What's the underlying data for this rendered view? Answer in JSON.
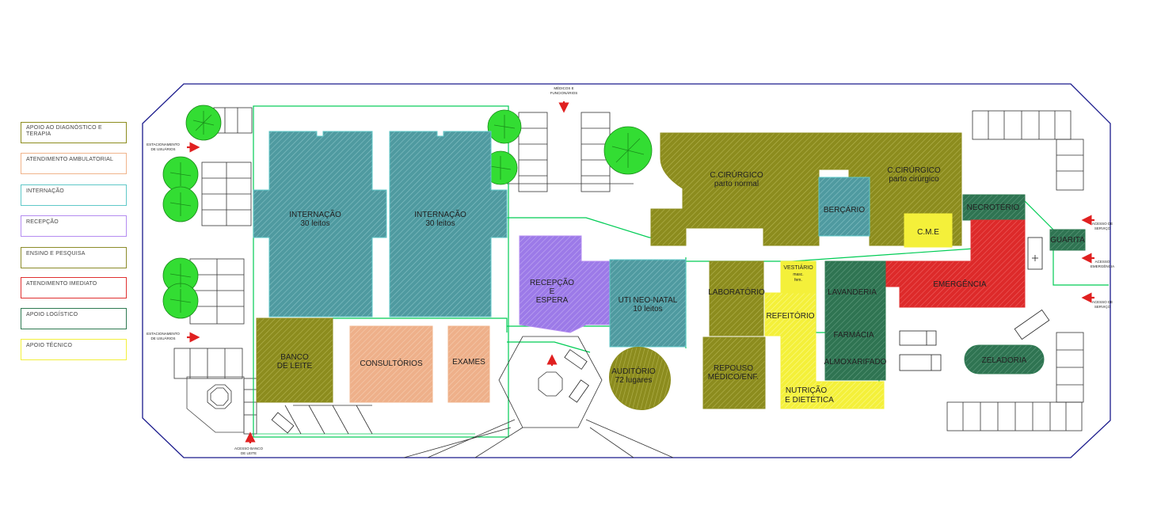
{
  "colors": {
    "diagnostico": "#8c8c1e",
    "ambulatorial": "#f0b48c",
    "internacao": "#5fa0a6",
    "recepcao": "#9b78e6",
    "ensino": "#8c8c2a",
    "imediato": "#e03030",
    "logistico": "#2f7a52",
    "tecnico": "#f3f03c",
    "outline": "#1a1a8c",
    "tree": "#33cc33",
    "wall": "#00cc66"
  },
  "legend": [
    {
      "label": "APOIO AO DIAGNÓSTICO E TERAPIA",
      "color": "#8c8c1e"
    },
    {
      "label": "ATENDIMENTO AMBULATORIAL",
      "color": "#f0b48c"
    },
    {
      "label": "INTERNAÇÃO",
      "color": "#5fc8c8"
    },
    {
      "label": "RECEPÇÃO",
      "color": "#b48cf0"
    },
    {
      "label": "ENSINO E PESQUISA",
      "color": "#8c8c2a"
    },
    {
      "label": "ATENDIMENTO IMEDIATO",
      "color": "#e03030"
    },
    {
      "label": "APOIO LOGÍSTICO",
      "color": "#2f7a52"
    },
    {
      "label": "APOIO TÉCNICO",
      "color": "#f3f03c"
    }
  ],
  "rooms": {
    "internacao1": [
      "INTERNAÇÃO",
      "30 leitos"
    ],
    "internacao2": [
      "INTERNAÇÃO",
      "30 leitos"
    ],
    "recepcao": [
      "RECEPÇÃO",
      "E",
      "ESPERA"
    ],
    "uti": [
      "UTI NEO-NATAL",
      "10 leitos"
    ],
    "banco_leite": [
      "BANCO",
      "DE LEITE"
    ],
    "consultorios": "CONSULTÓRIOS",
    "exames": "EXAMES",
    "auditorio": [
      "AUDITÓRIO",
      "72 lugares"
    ],
    "cc_normal": [
      "C.CIRÚRGICO",
      "parto normal"
    ],
    "cc_cirurgico": [
      "C.CIRÚRGICO",
      "parto cirúrgico"
    ],
    "bercario": "BERÇÁRIO",
    "cme": "C.M.E",
    "necroterio": "NECROTÉRIO",
    "guarita": "GUARITA",
    "emergencia": "EMERGÊNCIA",
    "laboratorio": "LABORATÓRIO",
    "vestiario": [
      "VESTIÁRIO",
      "masc.",
      "fem."
    ],
    "refeitorio": "REFEITÓRIO",
    "lavanderia": "LAVANDERIA",
    "farmacia": "FARMÁCIA",
    "almoxarifado": "ALMOXARIFADO",
    "repouso": [
      "REPOUSO",
      "MÉDICO/ENF."
    ],
    "nutricao": [
      "NUTRIÇÃO",
      "E DIETÉTICA"
    ],
    "zeladoria": "ZELADORIA"
  },
  "annotations": {
    "estac_top": [
      "ESTACIONAMENTO",
      "DE USUÁRIOS"
    ],
    "estac_bottom": [
      "ESTACIONAMENTO",
      "DE USUÁRIOS"
    ],
    "acesso_banco": [
      "ACESSO BANCO",
      "DE LEITE"
    ],
    "medicos": [
      "MÉDICOS E",
      "FUNCIONÁRIOS"
    ],
    "acesso_servico_1": [
      "ACESSO DE",
      "SERVIÇO"
    ],
    "acesso_emergencia": [
      "ACESSO",
      "EMERGÊNCIA"
    ],
    "acesso_servico_2": [
      "ACESSO DE",
      "SERVIÇO"
    ]
  }
}
